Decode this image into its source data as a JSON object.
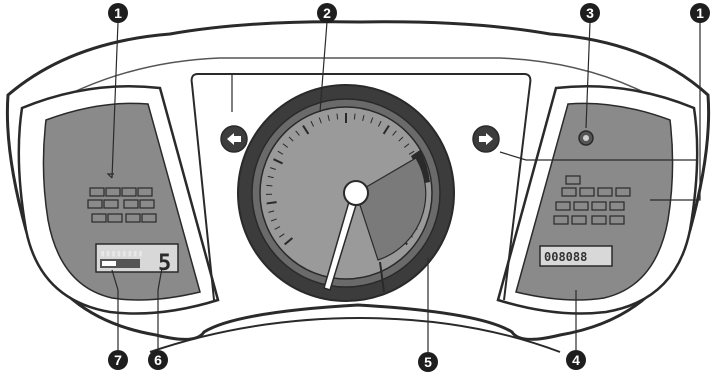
{
  "colors": {
    "outline": "#2a2a2a",
    "panel_gray": "#8a8a8a",
    "dial_dark": "#3c3c3c",
    "dial_face": "#9a9a9a",
    "badge": "#1e1e1e",
    "lcd": "#d8d8d8"
  },
  "callouts": [
    {
      "id": "c1-left",
      "label": "1"
    },
    {
      "id": "c2",
      "label": "2"
    },
    {
      "id": "c3",
      "label": "3"
    },
    {
      "id": "c1-right",
      "label": "1"
    },
    {
      "id": "c4",
      "label": "4"
    },
    {
      "id": "c5",
      "label": "5"
    },
    {
      "id": "c6",
      "label": "6"
    },
    {
      "id": "c7",
      "label": "7"
    }
  ],
  "left_panel": {
    "gear_digit": "5",
    "lcd_bars": "▮▮▮▮▮▮▮▮"
  },
  "right_panel": {
    "odometer": "008088"
  },
  "icons": {
    "left_turn": "arrow-left-icon",
    "right_turn": "arrow-right-icon",
    "indicator": "indicator-light-icon"
  }
}
